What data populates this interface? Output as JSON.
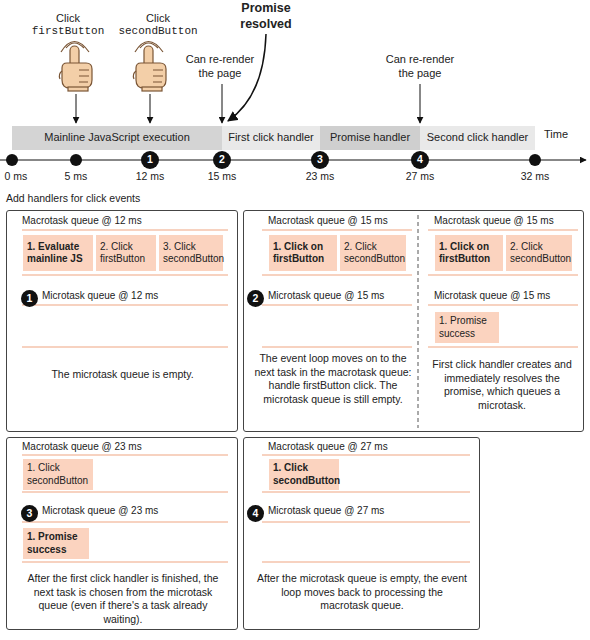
{
  "diagram": {
    "nodes": [
      {
        "text": [
          "Mainline JavaScript execution"
        ]
      },
      {
        "text": [
          "First click handler"
        ]
      },
      {
        "text": [
          "Promise handler"
        ]
      },
      {
        "text": [
          "Second click handler"
        ]
      },
      {
        "text": [
          "1"
        ]
      },
      {
        "text": [
          "2"
        ]
      },
      {
        "text": [
          "3"
        ]
      },
      {
        "text": [
          "4"
        ]
      },
      {
        "text": [
          "Macrotask queue @ 12 ms",
          "Microtask queue @ 12 ms",
          "The microtask queue is empty."
        ]
      },
      {
        "text": [
          "1. Evaluate mainline JS"
        ],
        "in": 8
      },
      {
        "text": [
          "2. Click firstButton"
        ],
        "in": 8
      },
      {
        "text": [
          "3. Click secondButton"
        ],
        "in": 8
      },
      {
        "text": [
          "1"
        ],
        "in": 8
      },
      {
        "text": [
          "Macrotask queue @ 15 ms",
          "Microtask queue @ 15 ms",
          "The event loop moves on to the next task in the macrotask queue: handle firstButton click. The microtask queue is still empty.",
          "Macrotask queue @ 15 ms",
          "Microtask queue @ 15 ms",
          "First click handler creates and immediately resolves the promise, which queues a microtask."
        ]
      },
      {
        "text": [
          "1. Click on firstButton"
        ],
        "in": 13
      },
      {
        "text": [
          "2. Click secondButton"
        ],
        "in": 13
      },
      {
        "text": [
          "2"
        ],
        "in": 13
      },
      {
        "text": [
          "1. Click on firstButton"
        ],
        "in": 13
      },
      {
        "text": [
          "2. Click secondButton"
        ],
        "in": 13
      },
      {
        "text": [
          "1. Promise success"
        ],
        "in": 13
      },
      {
        "text": [
          "Macrotask queue @ 23 ms",
          "Microtask queue @ 23 ms",
          "After the first click handler is finished, the next task is chosen from the microtask queue (even if there's a task already waiting)."
        ]
      },
      {
        "text": [
          "1. Click secondButton"
        ],
        "in": 20
      },
      {
        "text": [
          "3"
        ],
        "in": 20
      },
      {
        "text": [
          "1. Promise success"
        ],
        "in": 20
      },
      {
        "text": [
          "Macrotask queue @ 27 ms",
          "Microtask queue @ 27 ms",
          "After the microtask queue is empty, the event loop moves back to processing the macrotask queue."
        ]
      },
      {
        "text": [
          "1. Click secondButton"
        ],
        "in": 24
      },
      {
        "text": [
          "4"
        ],
        "in": 24
      }
    ],
    "labels": [
      "Click",
      "firstButton",
      "Click",
      "secondButton",
      "Promise resolved",
      "Can re-render the page",
      "Can re-render the page",
      "Time",
      "0 ms",
      "5 ms",
      "12 ms",
      "15 ms",
      "23 ms",
      "27 ms",
      "32 ms",
      "Add handlers for click events"
    ]
  }
}
